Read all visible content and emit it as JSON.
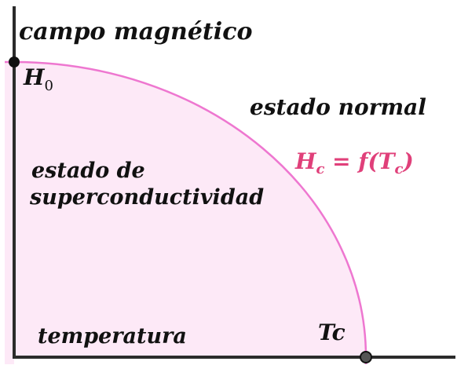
{
  "labels": {
    "y_axis": "campo magnético",
    "h0": "H",
    "h0_sub": "0",
    "normal_state": "estado normal",
    "super_line1": "estado de",
    "super_line2": "superconductividad",
    "x_axis": "temperatura",
    "tc": "Tc",
    "curve_h": "H",
    "curve_h_sub": "c",
    "curve_eq": " = f(T",
    "curve_t_sub": "c",
    "curve_close": ")"
  },
  "colors": {
    "region_fill": "#fde9f7",
    "curve": "#ee77d0",
    "curve_label": "#e0407a",
    "axes": "#2b2b2b",
    "h0_point": "#111111",
    "tc_point": "#555555"
  }
}
